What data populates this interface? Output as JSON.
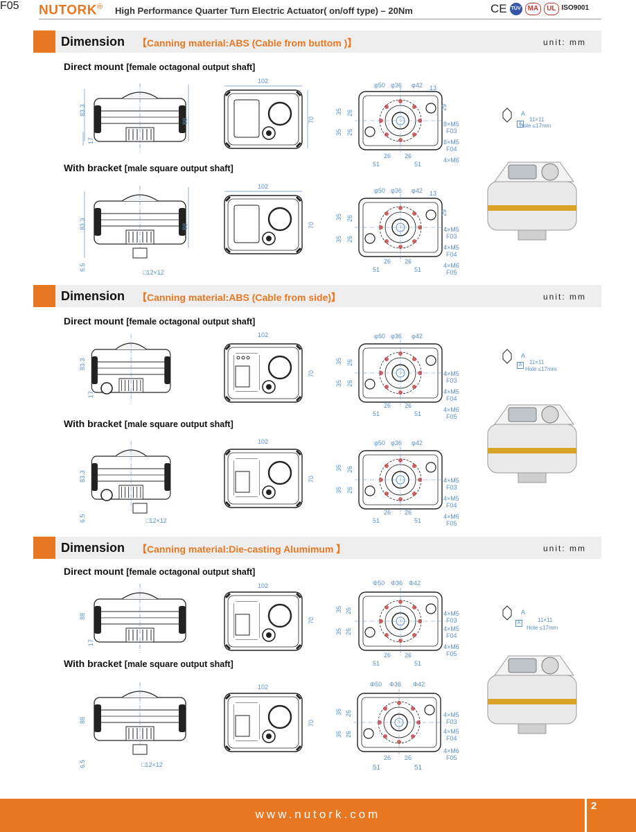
{
  "header": {
    "brand": "NUTORK",
    "reg": "®",
    "title": "High Performance Quarter Turn Electric Actuator( on/off type) – 20Nm",
    "certs": [
      "CE",
      "TÜV",
      "MA",
      "UL",
      "ISO9001"
    ]
  },
  "sections": [
    {
      "title": "Dimension",
      "subtitle": "【Canning material:ABS (Cable from buttom )】",
      "unit": "unit: mm",
      "rows": [
        {
          "label": "Direct mount",
          "sub": "[female octagonal output shaft]"
        },
        {
          "label": "With bracket",
          "sub": "[male square output shaft]"
        }
      ]
    },
    {
      "title": "Dimension",
      "subtitle": "【Canning material:ABS (Cable from side)】",
      "unit": "unit: mm",
      "rows": [
        {
          "label": "Direct mount",
          "sub": "[female octagonal output shaft]"
        },
        {
          "label": "With bracket",
          "sub": "[male square output shaft]"
        }
      ]
    },
    {
      "title": "Dimension",
      "subtitle": "【Canning material:Die-casting Alumimum 】",
      "unit": "unit: mm",
      "rows": [
        {
          "label": "Direct mount",
          "sub": "[female octagonal output shaft]"
        },
        {
          "label": "With bracket",
          "sub": "[male square output shaft]"
        }
      ]
    }
  ],
  "dims": {
    "width": "102",
    "height": "70",
    "h_abs": "83.3",
    "h_alu": "88",
    "h_total": "88",
    "h_base": "17",
    "h_bracket": "6.5",
    "square": "□12×12",
    "phi50": "φ50",
    "phi36": "φ36",
    "phi42": "φ42",
    "Phi50": "Φ50",
    "Phi36": "Φ36",
    "Phi42": "Φ42",
    "d13": "13",
    "d29": "29",
    "d35": "35",
    "d26": "26",
    "d51": "51",
    "f03": [
      "8×M5",
      "F03"
    ],
    "f04a": [
      "8×M5",
      "F04"
    ],
    "f03b": [
      "4×M5",
      "F03"
    ],
    "f04b": [
      "4×M5",
      "F04"
    ],
    "f05": [
      "4×M6",
      "F05"
    ],
    "shaft_a": "A",
    "shaft_11": "11×11",
    "shaft_hole": "Hole ≤17mm"
  },
  "footer": {
    "url": "www.nutork.com",
    "page": "2"
  },
  "colors": {
    "accent": "#e87722",
    "dim_line": "#5b8fc7",
    "drawing": "#222222"
  }
}
